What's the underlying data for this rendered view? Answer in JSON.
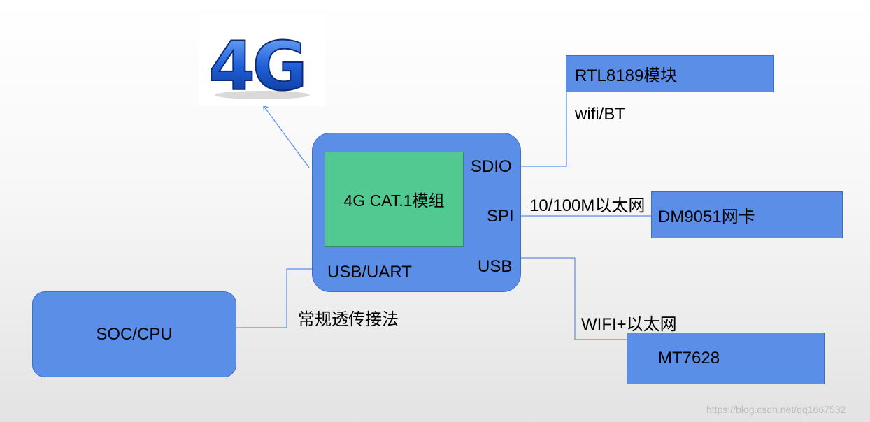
{
  "logo": {
    "text": "4G",
    "color": "#1f5fd6"
  },
  "module": {
    "title": "4G CAT.1模组",
    "port_sdio": "SDIO",
    "port_spi": "SPI",
    "port_usb": "USB",
    "port_usb_uart": "USB/UART",
    "body_color": "#5b8ee6",
    "chip_color": "#52c991"
  },
  "peripherals": {
    "rtl8189": "RTL8189模块",
    "rtl8189_link": "wifi/BT",
    "dm9051": "DM9051网卡",
    "dm9051_link": "10/100M以太网",
    "mt7628": "MT7628",
    "mt7628_link": "WIFI+以太网",
    "soc_cpu": "SOC/CPU",
    "soc_link": "常规透传接法"
  },
  "watermark": "https://blog.csdn.net/qq1667532"
}
